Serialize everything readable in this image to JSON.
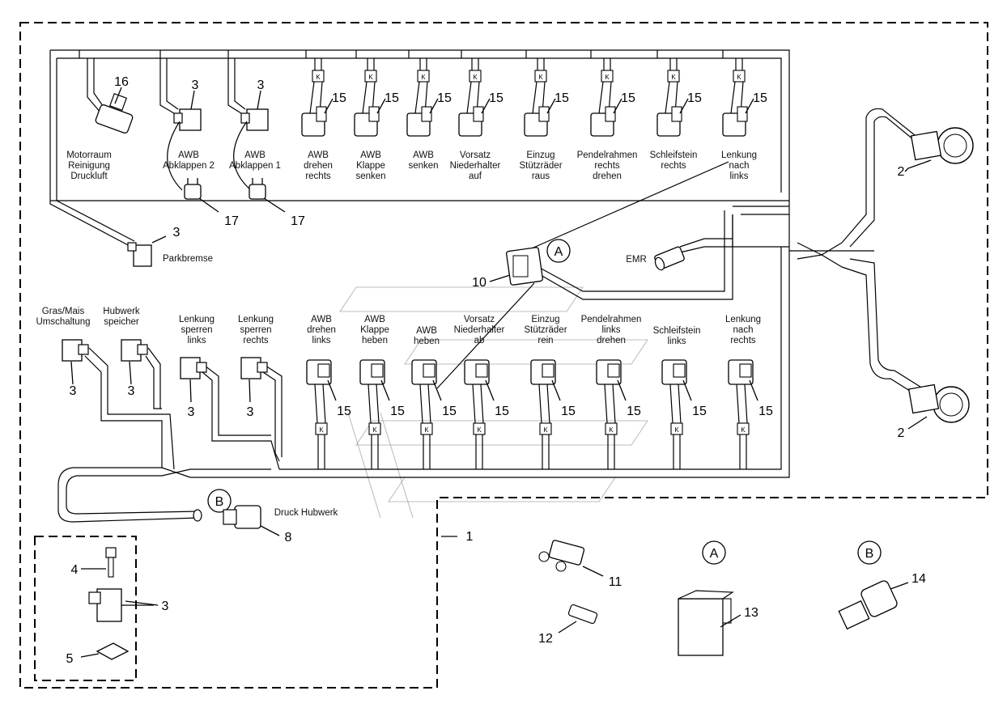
{
  "top_labels": [
    {
      "id": "motorraum",
      "lines": [
        "Motorraum",
        "Reinigung",
        "Druckluft"
      ]
    },
    {
      "id": "awb-abk2",
      "lines": [
        "AWB",
        "Abklappen 2"
      ]
    },
    {
      "id": "awb-abk1",
      "lines": [
        "AWB",
        "Abklappen 1"
      ]
    },
    {
      "id": "awb-drehen-rechts",
      "lines": [
        "AWB",
        "drehen",
        "rechts"
      ]
    },
    {
      "id": "awb-klappe-senken",
      "lines": [
        "AWB",
        "Klappe",
        "senken"
      ]
    },
    {
      "id": "awb-senken",
      "lines": [
        "AWB",
        "senken"
      ]
    },
    {
      "id": "vorsatz-auf",
      "lines": [
        "Vorsatz",
        "Niederhalter",
        "auf"
      ]
    },
    {
      "id": "einzug-raus",
      "lines": [
        "Einzug",
        "Stützräder",
        "raus"
      ]
    },
    {
      "id": "pendel-rechts",
      "lines": [
        "Pendelrahmen",
        "rechts",
        "drehen"
      ]
    },
    {
      "id": "schleif-rechts",
      "lines": [
        "Schleifstein",
        "rechts"
      ]
    },
    {
      "id": "lenkung-links",
      "lines": [
        "Lenkung",
        "nach",
        "links"
      ]
    }
  ],
  "bottom_labels": [
    {
      "id": "gras-mais",
      "lines": [
        "Gras/Mais",
        "Umschaltung"
      ]
    },
    {
      "id": "hubwerk-speicher",
      "lines": [
        "Hubwerk",
        "speicher"
      ]
    },
    {
      "id": "lenkung-sperren-links",
      "lines": [
        "Lenkung",
        "sperren",
        "links"
      ]
    },
    {
      "id": "lenkung-sperren-rechts",
      "lines": [
        "Lenkung",
        "sperren",
        "rechts"
      ]
    },
    {
      "id": "awb-drehen-links",
      "lines": [
        "AWB",
        "drehen",
        "links"
      ]
    },
    {
      "id": "awb-klappe-heben",
      "lines": [
        "AWB",
        "Klappe",
        "heben"
      ]
    },
    {
      "id": "awb-heben",
      "lines": [
        "AWB",
        "heben"
      ]
    },
    {
      "id": "vorsatz-ab",
      "lines": [
        "Vorsatz",
        "Niederhalter",
        "ab"
      ]
    },
    {
      "id": "einzug-rein",
      "lines": [
        "Einzug",
        "Stützräder",
        "rein"
      ]
    },
    {
      "id": "pendel-links",
      "lines": [
        "Pendelrahmen",
        "links",
        "drehen"
      ]
    },
    {
      "id": "schleif-links",
      "lines": [
        "Schleifstein",
        "links"
      ]
    },
    {
      "id": "lenkung-rechts",
      "lines": [
        "Lenkung",
        "nach",
        "rechts"
      ]
    }
  ],
  "single_labels": {
    "parkbremse": "Parkbremse",
    "emr": "EMR",
    "druck_hubwerk": "Druck Hubwerk",
    "callout_a": "A",
    "callout_b": "B",
    "detail_a": "A",
    "detail_b": "B",
    "valve_letter": "K"
  },
  "numbers": {
    "n16": "16",
    "n3": "3",
    "n15": "15",
    "n17": "17",
    "n2": "2",
    "n10": "10",
    "n8": "8",
    "n1": "1",
    "n4": "4",
    "n5": "5",
    "n11": "11",
    "n12": "12",
    "n13": "13",
    "n14": "14"
  }
}
